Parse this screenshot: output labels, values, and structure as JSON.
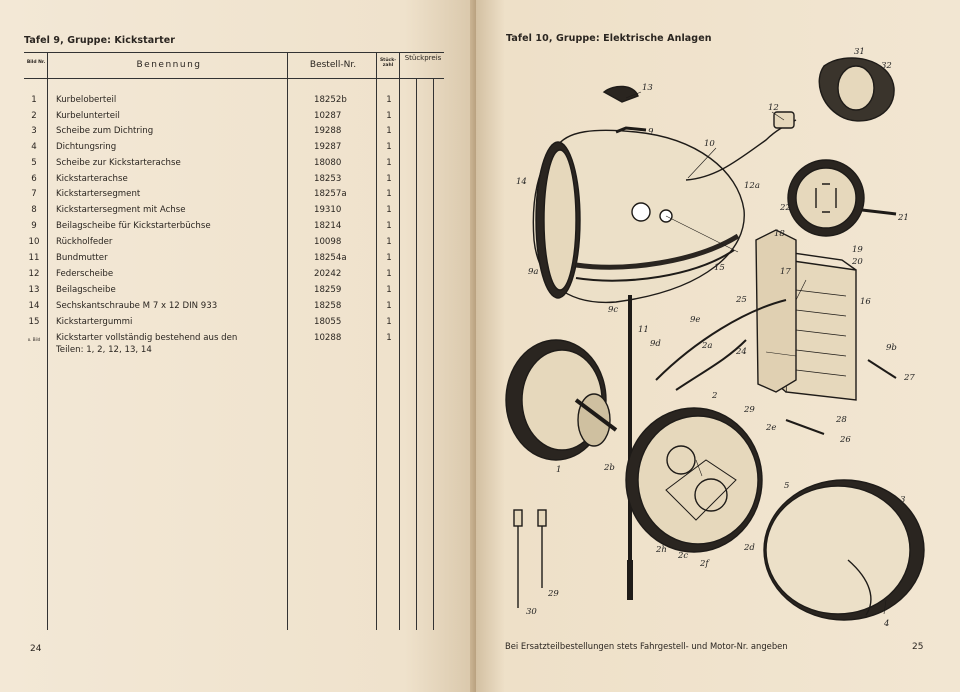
{
  "left_page": {
    "title": "Tafel 9, Gruppe: Kickstarter",
    "page_number": "24",
    "headers": {
      "bild_nr": "Bild Nr.",
      "benennung": "Benennung",
      "bestell_nr": "Bestell-Nr.",
      "stueckzahl": "Stück-zahl",
      "stueckpreis": "Stückpreis"
    },
    "rows": [
      {
        "num": "1",
        "name": "Kurbeloberteil",
        "order": "18252b",
        "qty": "1"
      },
      {
        "num": "2",
        "name": "Kurbelunterteil",
        "order": "10287",
        "qty": "1"
      },
      {
        "num": "3",
        "name": "Scheibe zum Dichtring",
        "order": "19288",
        "qty": "1"
      },
      {
        "num": "4",
        "name": "Dichtungsring",
        "order": "19287",
        "qty": "1"
      },
      {
        "num": "5",
        "name": "Scheibe zur Kickstarterachse",
        "order": "18080",
        "qty": "1"
      },
      {
        "num": "6",
        "name": "Kickstarterachse",
        "order": "18253",
        "qty": "1"
      },
      {
        "num": "7",
        "name": "Kickstartersegment",
        "order": "18257a",
        "qty": "1"
      },
      {
        "num": "8",
        "name": "Kickstartersegment mit Achse",
        "order": "19310",
        "qty": "1"
      },
      {
        "num": "9",
        "name": "Beilagscheibe für Kickstarterbüchse",
        "order": "18214",
        "qty": "1"
      },
      {
        "num": "10",
        "name": "Rückholfeder",
        "order": "10098",
        "qty": "1"
      },
      {
        "num": "11",
        "name": "Bundmutter",
        "order": "18254a",
        "qty": "1"
      },
      {
        "num": "12",
        "name": "Federscheibe",
        "order": "20242",
        "qty": "1"
      },
      {
        "num": "13",
        "name": "Beilagscheibe",
        "order": "18259",
        "qty": "1"
      },
      {
        "num": "14",
        "name": "Sechskantschraube M 7 x 12 DIN 933",
        "order": "18258",
        "qty": "1"
      },
      {
        "num": "15",
        "name": "Kickstartergummi",
        "order": "18055",
        "qty": "1"
      }
    ],
    "final_row": {
      "num": "o. Bild",
      "line1": "Kickstarter vollständig bestehend aus den",
      "line2": "Teilen: 1, 2, 12, 13, 14",
      "order": "10288",
      "qty": "1"
    }
  },
  "right_page": {
    "title": "Tafel 10, Gruppe: Elektrische Anlagen",
    "page_number": "25",
    "footer": "Bei Ersatzteilbestellungen stets Fahrgestell- und Motor-Nr. angeben",
    "callouts": [
      "31",
      "32",
      "13",
      "12",
      "9",
      "10",
      "12a",
      "14",
      "22",
      "21",
      "18",
      "19",
      "20",
      "17",
      "16",
      "9a",
      "15",
      "25",
      "9c",
      "11",
      "9e",
      "9d",
      "2a",
      "24",
      "9b",
      "27",
      "2",
      "29",
      "2e",
      "28",
      "26",
      "1",
      "2b",
      "5",
      "3",
      "2h",
      "2c",
      "2f",
      "2d",
      "4",
      "29",
      "30"
    ]
  }
}
